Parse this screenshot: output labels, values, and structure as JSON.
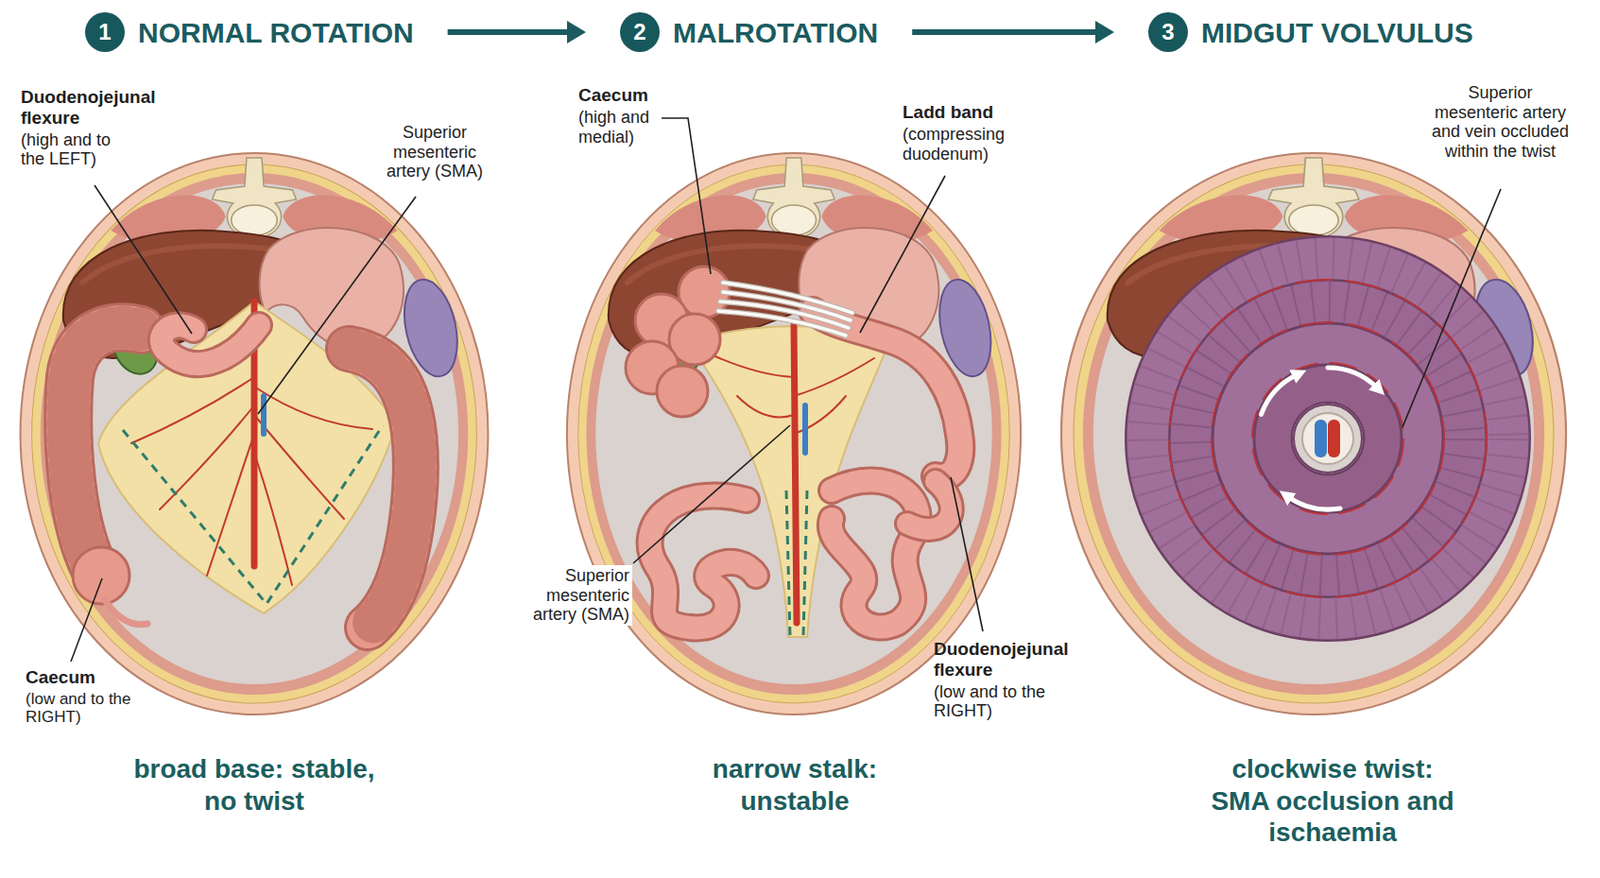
{
  "diagram": {
    "nodes": [
      {
        "text": [
          "1",
          "NORMAL ROTATION"
        ]
      },
      {
        "text": [
          "2",
          "MALROTATION"
        ]
      },
      {
        "text": [
          "3",
          "MIDGUT VOLVULUS"
        ]
      }
    ],
    "edges": [
      {
        "from": 0,
        "to": 1,
        "arrow": "to"
      },
      {
        "from": 1,
        "to": 2,
        "arrow": "to"
      }
    ],
    "labels": [
      "Duodenojejunal flexure",
      "(high and to the LEFT)",
      "Superior mesenteric artery (SMA)",
      "Caecum",
      "(low and to the RIGHT)",
      "broad base: stable, no twist",
      "Caecum",
      "(high and medial)",
      "Ladd band",
      "(compressing duodenum)",
      "Superior mesenteric artery (SMA)",
      "Duodenojejunal flexure",
      "(low and to the RIGHT)",
      "narrow stalk: unstable",
      "Superior mesenteric artery and vein occluded within the twist",
      "clockwise twist: SMA occlusion and ischaemia"
    ]
  }
}
